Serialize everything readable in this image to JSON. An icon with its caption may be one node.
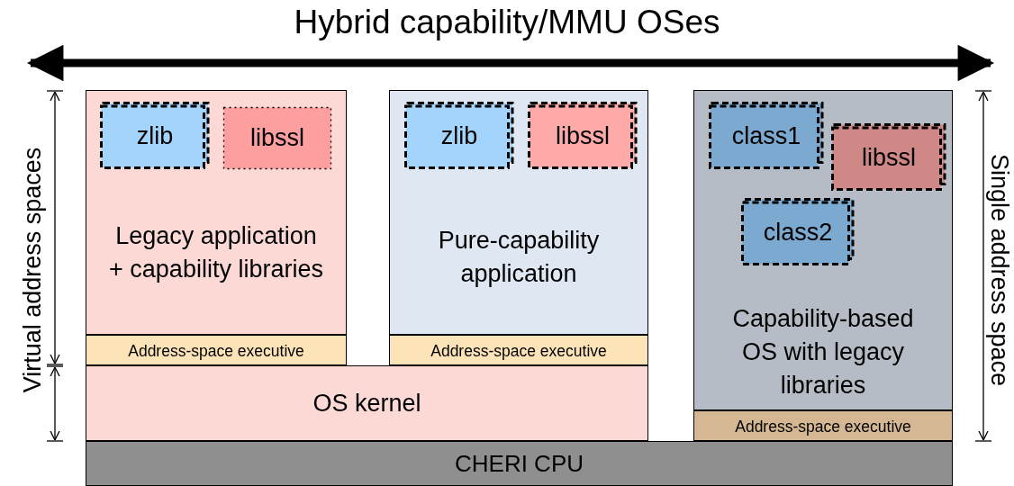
{
  "diagram": {
    "title": "Hybrid capability/MMU OSes",
    "nodes": [
      {
        "text": [
          "Legacy application + capability libraries"
        ]
      },
      {
        "text": [
          "zlib"
        ],
        "in": 0
      },
      {
        "text": [
          "libssl"
        ],
        "in": 0
      },
      {
        "text": [
          "Address-space executive"
        ]
      },
      {
        "text": [
          "Pure-capability application"
        ]
      },
      {
        "text": [
          "zlib"
        ],
        "in": 4
      },
      {
        "text": [
          "libssl"
        ],
        "in": 4
      },
      {
        "text": [
          "Address-space executive"
        ]
      },
      {
        "text": [
          "OS kernel"
        ]
      },
      {
        "text": [
          "Capability-based OS with legacy libraries"
        ]
      },
      {
        "text": [
          "class1"
        ],
        "in": 9
      },
      {
        "text": [
          "libssl"
        ],
        "in": 9
      },
      {
        "text": [
          "class2"
        ],
        "in": 9
      },
      {
        "text": [
          "Address-space executive"
        ]
      },
      {
        "text": [
          "CHERI CPU"
        ]
      }
    ],
    "labels": [
      "Virtual address spaces",
      "Single address space"
    ]
  }
}
